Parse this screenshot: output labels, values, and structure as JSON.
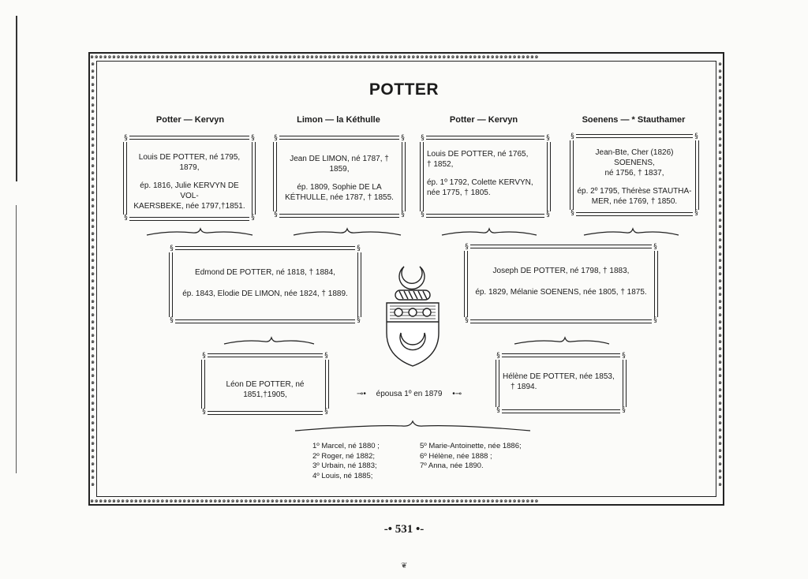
{
  "title": "POTTER",
  "couples": [
    "Potter — Kervyn",
    "Limon — la Kéthulle",
    "Potter — Kervyn",
    "Soenens — * Stauthamer"
  ],
  "ancestors": [
    {
      "lines": [
        "Louis DE POTTER, né 1795,",
        "1879,",
        "",
        "ép. 1816, Julie KERVYN DE VOL-",
        "KAERSBEKE, née 1797,†1851."
      ]
    },
    {
      "lines": [
        "Jean DE LIMON, né 1787, † 1859,",
        "",
        "ép. 1809, Sophie DE LA",
        "KÉTHULLE, née 1787, † 1855."
      ]
    },
    {
      "lines": [
        "Louis DE POTTER, né 1765,",
        "† 1852,",
        "",
        "ép. 1º 1792, Colette KERVYN,",
        "née 1775, † 1805."
      ]
    },
    {
      "lines": [
        "Jean-Bte, Cher (1826) SOENENS,",
        "né 1756, † 1837,",
        "",
        "ép. 2º 1795, Thérèse STAUTHA-",
        "MER, née 1769, † 1850."
      ]
    }
  ],
  "parents": [
    {
      "lines": [
        "Edmond DE POTTER, né 1818, † 1884,",
        "",
        "ép. 1843, Elodie DE LIMON, née 1824, † 1889."
      ]
    },
    {
      "lines": [
        "Joseph DE POTTER, né 1798, † 1883,",
        "",
        "ép. 1829, Mélanie SOENENS, née 1805, † 1875."
      ]
    }
  ],
  "spouses": [
    {
      "lines": [
        "Léon DE POTTER, né 1851,†1905,"
      ]
    },
    {
      "lines": [
        "Hélène DE POTTER, née 1853,",
        "† 1894."
      ]
    }
  ],
  "marriage": "épousa 1º en 1879",
  "children_col1": [
    "1º Marcel, né 1880 ;",
    "2º Roger, né 1882;",
    "3º Urbain, né 1883;",
    "4º Louis, né 1885;"
  ],
  "children_col2": [
    "5º Marie-Antoinette, née 1886;",
    "6º Hélène, née 1888 ;",
    "7º Anna, née 1890."
  ],
  "page_number": "531",
  "colors": {
    "ink": "#1b1b1b",
    "paper": "#fbfbf9"
  }
}
